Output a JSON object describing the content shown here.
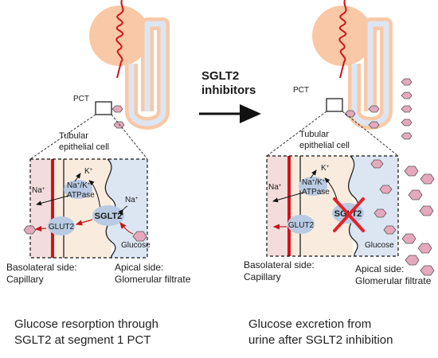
{
  "left_panel": {
    "pct": "PCT",
    "tubular_cell": [
      "Tubular",
      "epithelial cell"
    ],
    "k_ion": "K",
    "k_sup": "+",
    "na_pump": "Na",
    "na_pump_sup": "+",
    "pump_slash": "/K",
    "pump_slash_sup": "+",
    "atpase": "ATPase",
    "na_out": "Na",
    "na_out_sup": "+",
    "na_in": "Na",
    "na_in_sup": "+",
    "sglt2": "SGLT2",
    "glut2": "GLUT2",
    "glucose": "Glucose",
    "basolateral": [
      "Basolateral side:",
      "Capillary"
    ],
    "apical": [
      "Apical side:",
      "Glomerular filtrate"
    ]
  },
  "right_panel": {
    "pct": "PCT",
    "tubular_cell": [
      "Tubular",
      "epithelial cell"
    ],
    "k_ion": "K",
    "k_sup": "+",
    "na_pump": "Na",
    "na_pump_sup": "+",
    "pump_slash": "/K",
    "pump_slash_sup": "+",
    "atpase": "ATPase",
    "na_out": "Na",
    "na_out_sup": "+",
    "sglt2": "SGLT2",
    "glut2": "GLUT2",
    "glucose": "Glucose",
    "basolateral": [
      "Basolateral side:",
      "Capillary"
    ],
    "apical": [
      "Apical side:",
      "Glomerular filtrate"
    ]
  },
  "middle": {
    "label": [
      "SGLT2",
      "inhibitors"
    ]
  },
  "captions": {
    "left": [
      "Glucose resorption through",
      "SGLT2 at segment 1 PCT"
    ],
    "right": [
      "Glucose excretion from",
      "urine after SGLT2 inhibition"
    ]
  },
  "colors": {
    "glomerulus_fill": "#f9c8a6",
    "capillary_red": "#d0141c",
    "basolateral_fill": "#f3dcdc",
    "cell_fill": "#f9ecdf",
    "apical_fill": "#dce6f3",
    "tubule_outer": "#f9c8a6",
    "tubule_inner": "#dce6f3",
    "glucose_fill": "#e6a8bc",
    "transporter_fill": "#b9cbe3",
    "inhibit_x": "#e0232a"
  },
  "icons": [
    "glucose-hexagon-icon",
    "inhibition-x-icon",
    "arrow-icon"
  ]
}
